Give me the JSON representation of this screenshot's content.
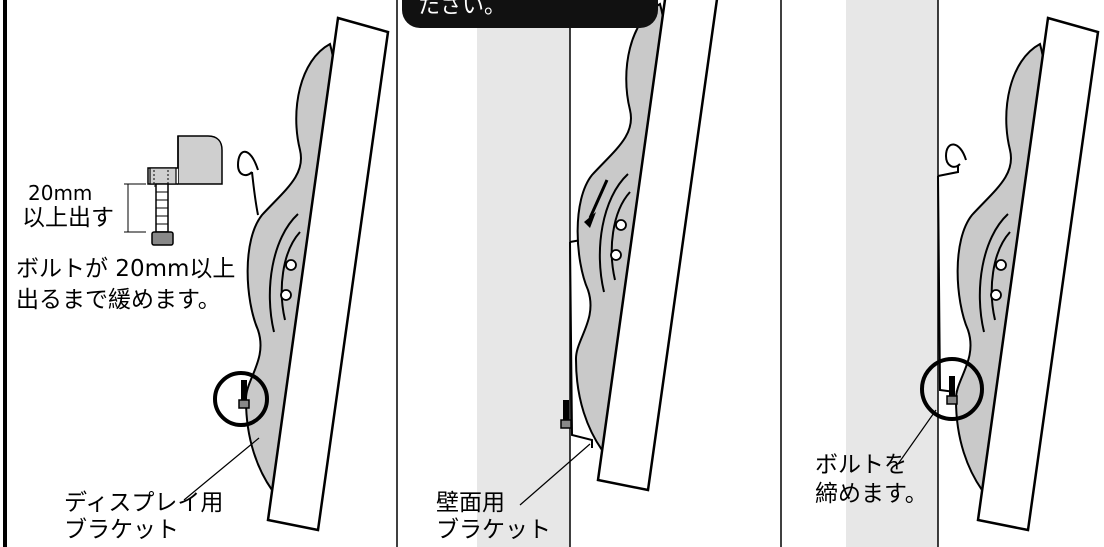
{
  "colors": {
    "wall": "#e7e7e7",
    "bracket_fill": "#c9c9c9",
    "line": "#000000",
    "bubble": "#111111",
    "panel": "#ffffff"
  },
  "callout": {
    "text": "たさい。"
  },
  "panel1": {
    "measure_value": "20mm",
    "measure_caption": "以上出す",
    "loosen_line1": "ボルトが 20mm以上",
    "loosen_line2": "出るまで緩めます。",
    "display_bracket_line1": "ディスプレイ用",
    "display_bracket_line2": "ブラケット"
  },
  "panel2": {
    "wall_bracket_line1": "壁面用",
    "wall_bracket_line2": "ブラケット"
  },
  "panel3": {
    "tighten_line1": "ボルトを",
    "tighten_line2": "締めます。"
  },
  "icons": [
    "bolt-icon",
    "down-arrow-icon",
    "highlight-circle-icon"
  ]
}
